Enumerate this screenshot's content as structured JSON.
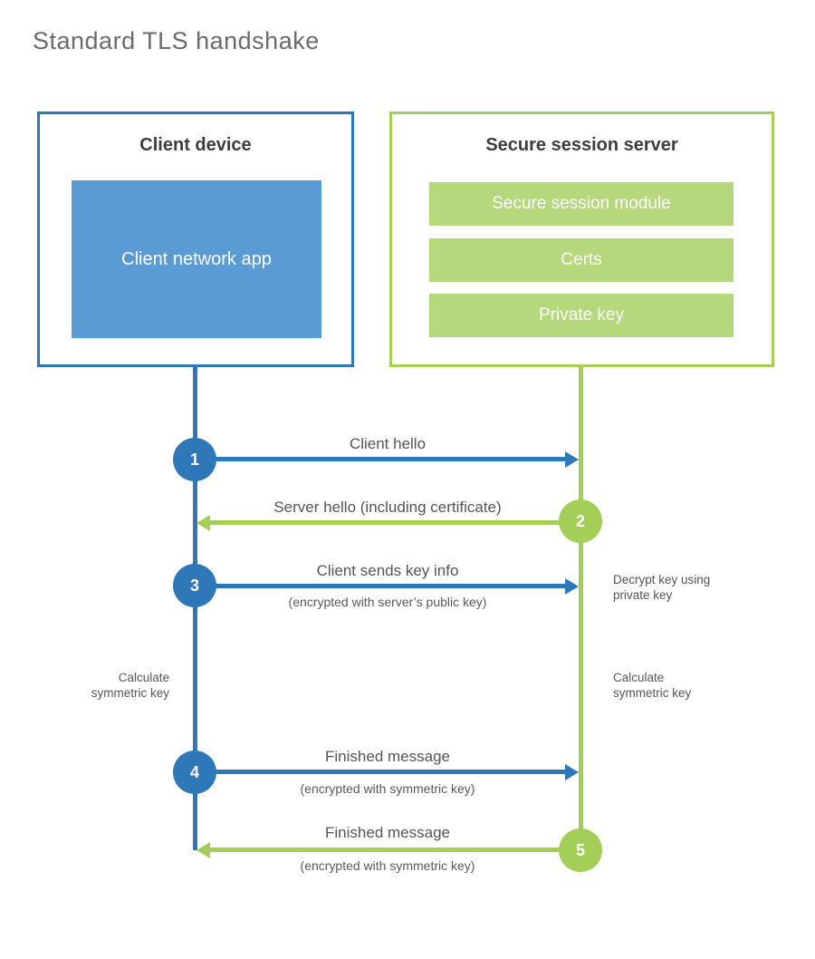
{
  "title": "Standard TLS handshake",
  "client_box": {
    "title": "Client device",
    "app": "Client network app"
  },
  "server_box": {
    "title": "Secure session server",
    "modules": [
      "Secure session module",
      "Certs",
      "Private key"
    ]
  },
  "steps": [
    {
      "num": "1",
      "label": "Client hello",
      "sub": "",
      "direction": "client-to-server",
      "actor": "client"
    },
    {
      "num": "2",
      "label": "Server hello (including certificate)",
      "sub": "",
      "direction": "server-to-client",
      "actor": "server"
    },
    {
      "num": "3",
      "label": "Client sends key info",
      "sub": "(encrypted with server’s public key)",
      "direction": "client-to-server",
      "actor": "client"
    },
    {
      "num": "4",
      "label": "Finished message",
      "sub": "(encrypted with symmetric key)",
      "direction": "client-to-server",
      "actor": "client"
    },
    {
      "num": "5",
      "label": "Finished message",
      "sub": "(encrypted with symmetric key)",
      "direction": "server-to-client",
      "actor": "server"
    }
  ],
  "annotations": {
    "decrypt_key": "Decrypt key using\nprivate key",
    "calculate_left": "Calculate\nsymmetric key",
    "calculate_right": "Calculate\nsymmetric key"
  },
  "colors": {
    "blue": "#2e77b8",
    "blue_fill": "#5b9bd5",
    "green": "#a3ce58",
    "green_fill": "#b5d87d",
    "heading_text": "#3d3d3d",
    "label_text": "#595959",
    "title_text": "#6b6b6b"
  }
}
